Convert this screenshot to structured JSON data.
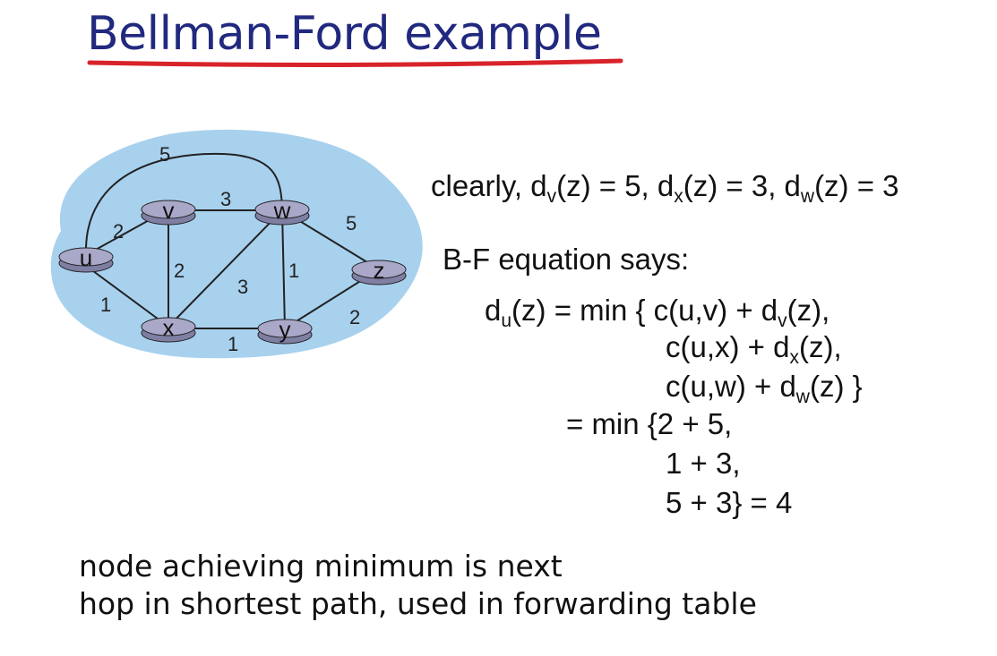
{
  "title": "Bellman-Ford example",
  "colors": {
    "title": "#21297f",
    "underline": "#d8232a",
    "cloud": "#a8d1ee",
    "router": "#a9a8c8"
  },
  "graph": {
    "nodes": {
      "u": "u",
      "v": "v",
      "w": "w",
      "x": "x",
      "y": "y",
      "z": "z"
    },
    "edges": {
      "u_v": "2",
      "u_x": "1",
      "u_w": "5",
      "v_w": "3",
      "v_x": "2",
      "w_x": "3",
      "w_y": "1",
      "w_z": "5",
      "x_y": "1",
      "y_z": "2"
    }
  },
  "clearly": {
    "prefix": "clearly, d",
    "s1": "v",
    "t1": "(z) = 5, d",
    "s2": "x",
    "t2": "(z) = 3, d",
    "s3": "w",
    "t3": "(z) = 3"
  },
  "bf_label": "B-F equation says:",
  "equation": {
    "l1_d": "d",
    "l1_sub": "u",
    "l1_mid": "(z) = min { c(u,v) + d",
    "l1_sub2": "v",
    "l1_end": "(z),",
    "l2_a": "c(u,x) + d",
    "l2_sub": "x",
    "l2_end": "(z),",
    "l3_a": "c(u,w) + d",
    "l3_sub": "w",
    "l3_end": "(z) }",
    "l4": "= min {2 + 5,",
    "l5": "1 + 3,",
    "l6": "5 + 3}  = 4"
  },
  "footer": {
    "line1": "node achieving minimum is next",
    "line2": "hop in shortest path, used in forwarding table"
  }
}
